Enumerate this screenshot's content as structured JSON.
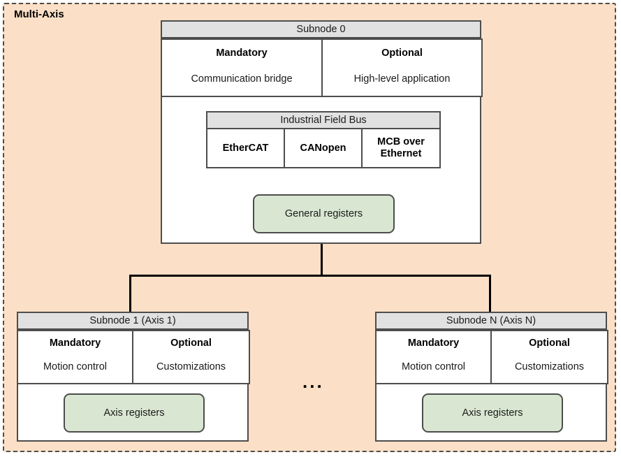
{
  "diagram": {
    "title": "Multi-Axis",
    "colors": {
      "background": "#fbe0c7",
      "border": "#4d4d4d",
      "header_fill": "#e1e1e1",
      "register_fill": "#d9e7d2",
      "box_fill": "#ffffff",
      "connector": "#000000"
    },
    "subnode0": {
      "header": "Subnode 0",
      "columns": [
        {
          "title": "Mandatory",
          "subtitle": "Communication bridge"
        },
        {
          "title": "Optional",
          "subtitle": "High-level application"
        }
      ],
      "fieldbus": {
        "header": "Industrial Field Bus",
        "options": [
          "EtherCAT",
          "CANopen",
          "MCB over Ethernet"
        ]
      },
      "registers": "General registers"
    },
    "subnodes": [
      {
        "header": "Subnode 1 (Axis 1)",
        "columns": [
          {
            "title": "Mandatory",
            "subtitle": "Motion control"
          },
          {
            "title": "Optional",
            "subtitle": "Customizations"
          }
        ],
        "registers": "Axis registers"
      },
      {
        "header": "Subnode N (Axis N)",
        "columns": [
          {
            "title": "Mandatory",
            "subtitle": "Motion control"
          },
          {
            "title": "Optional",
            "subtitle": "Customizations"
          }
        ],
        "registers": "Axis registers"
      }
    ],
    "ellipsis": "..."
  }
}
